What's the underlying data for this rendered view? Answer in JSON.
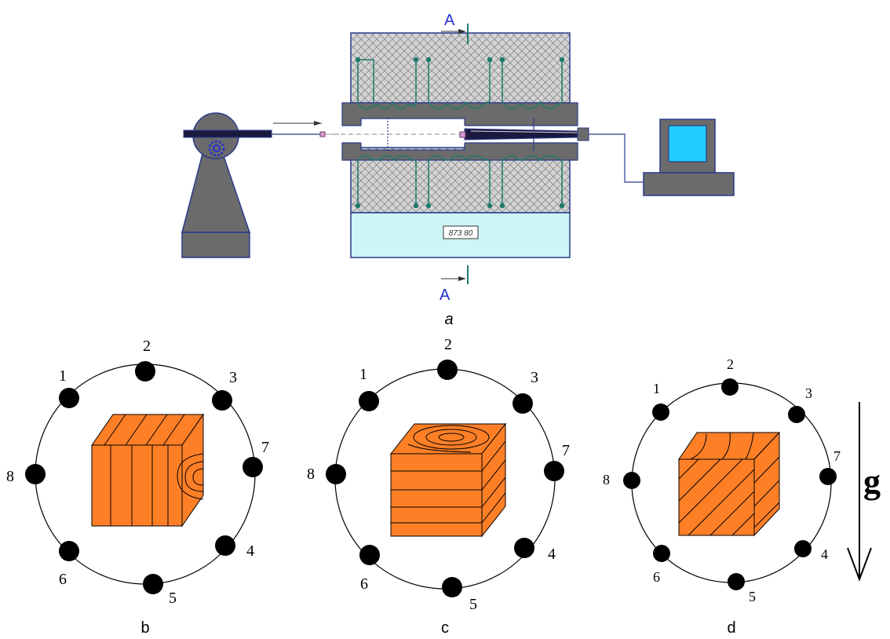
{
  "furnace": {
    "section_label_top": "A",
    "section_label_bottom": "A",
    "panel_label": "873 80",
    "colors": {
      "gray": "#6b6b6b",
      "outline": "#2a3a8a",
      "coil": "#1f7a6a",
      "panel": "#ccf5f5",
      "screen": "#22ccff"
    }
  },
  "caption_a": "a",
  "sample_color": "#ff7f27",
  "panels": [
    {
      "caption": "b",
      "sensors": [
        "1",
        "2",
        "3",
        "7",
        "8",
        "4",
        "6",
        "5"
      ]
    },
    {
      "caption": "c",
      "sensors": [
        "1",
        "2",
        "3",
        "7",
        "8",
        "4",
        "6",
        "5"
      ]
    },
    {
      "caption": "d",
      "sensors": [
        "1",
        "2",
        "3",
        "7",
        "8",
        "4",
        "6",
        "5"
      ]
    }
  ],
  "gravity_label": "g"
}
